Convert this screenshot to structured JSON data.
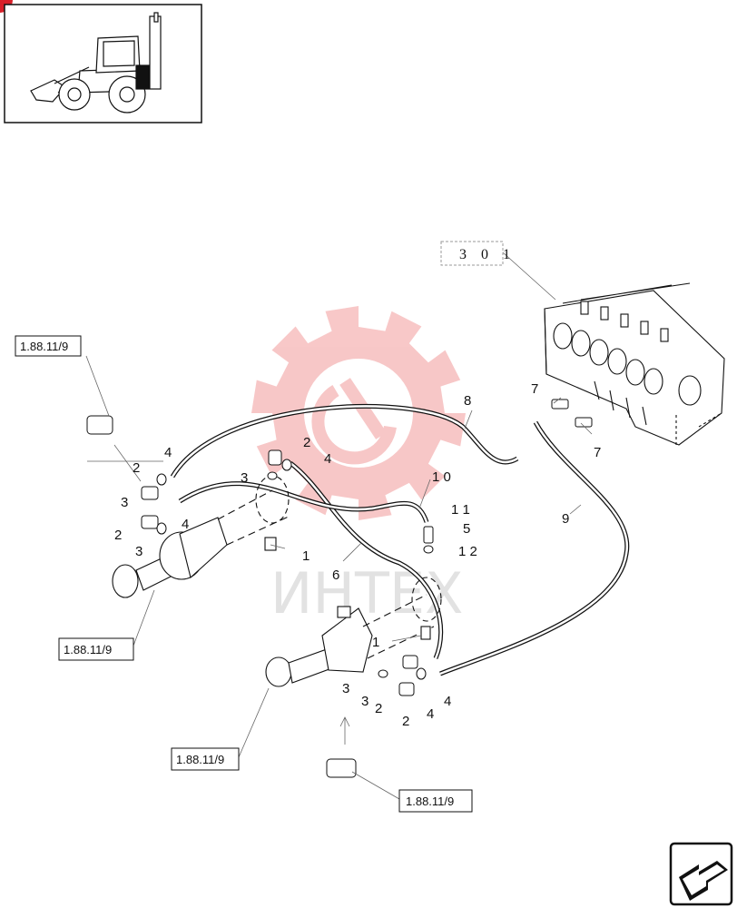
{
  "thumbnail": {
    "icon": "backhoe-loader-icon"
  },
  "watermark": {
    "text": "ИНТЕХ",
    "icon": "gear-logo-icon",
    "color": "#f08c8c"
  },
  "refs": {
    "top_left": "1.88.11/9",
    "mid_left": "1.88.11/9",
    "bottom_mid": "1.88.11/9",
    "bottom_right": "1.88.11/9",
    "valve_block": "3 0 1"
  },
  "callouts": {
    "c1": "1",
    "c2": "1",
    "c3": "2",
    "c4": "2",
    "c5": "2",
    "c6": "2",
    "c7": "2",
    "c8": "3",
    "c9": "3",
    "c10": "3",
    "c11": "3",
    "c12": "3",
    "c13": "4",
    "c14": "4",
    "c15": "4",
    "c16": "4",
    "c17": "4",
    "c18": "5",
    "c19": "6",
    "c20": "7",
    "c21": "7",
    "c22": "8",
    "c23": "9",
    "c24": "1 0",
    "c25": "1 1",
    "c26": "1 2"
  },
  "nav": {
    "icon": "next-page-arrow-icon"
  }
}
